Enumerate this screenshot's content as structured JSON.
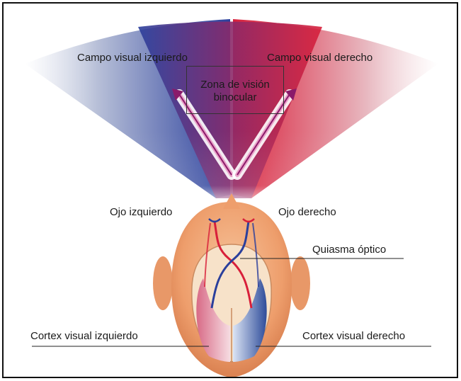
{
  "labels": {
    "left_field": "Campo visual izquierdo",
    "right_field": "Campo visual derecho",
    "binocular_zone_line1": "Zona de visión",
    "binocular_zone_line2": "binocular",
    "left_eye": "Ojo izquierdo",
    "right_eye": "Ojo derecho",
    "chiasm": "Quiasma óptico",
    "left_cortex": "Cortex visual izquierdo",
    "right_cortex": "Cortex visual derecho"
  },
  "colors": {
    "left_field": "#2a3f9c",
    "right_field": "#d81f3a",
    "head_skin": "#f0a97a",
    "left_cortex": "#e8a0b0",
    "right_cortex": "#5a7ac0"
  }
}
